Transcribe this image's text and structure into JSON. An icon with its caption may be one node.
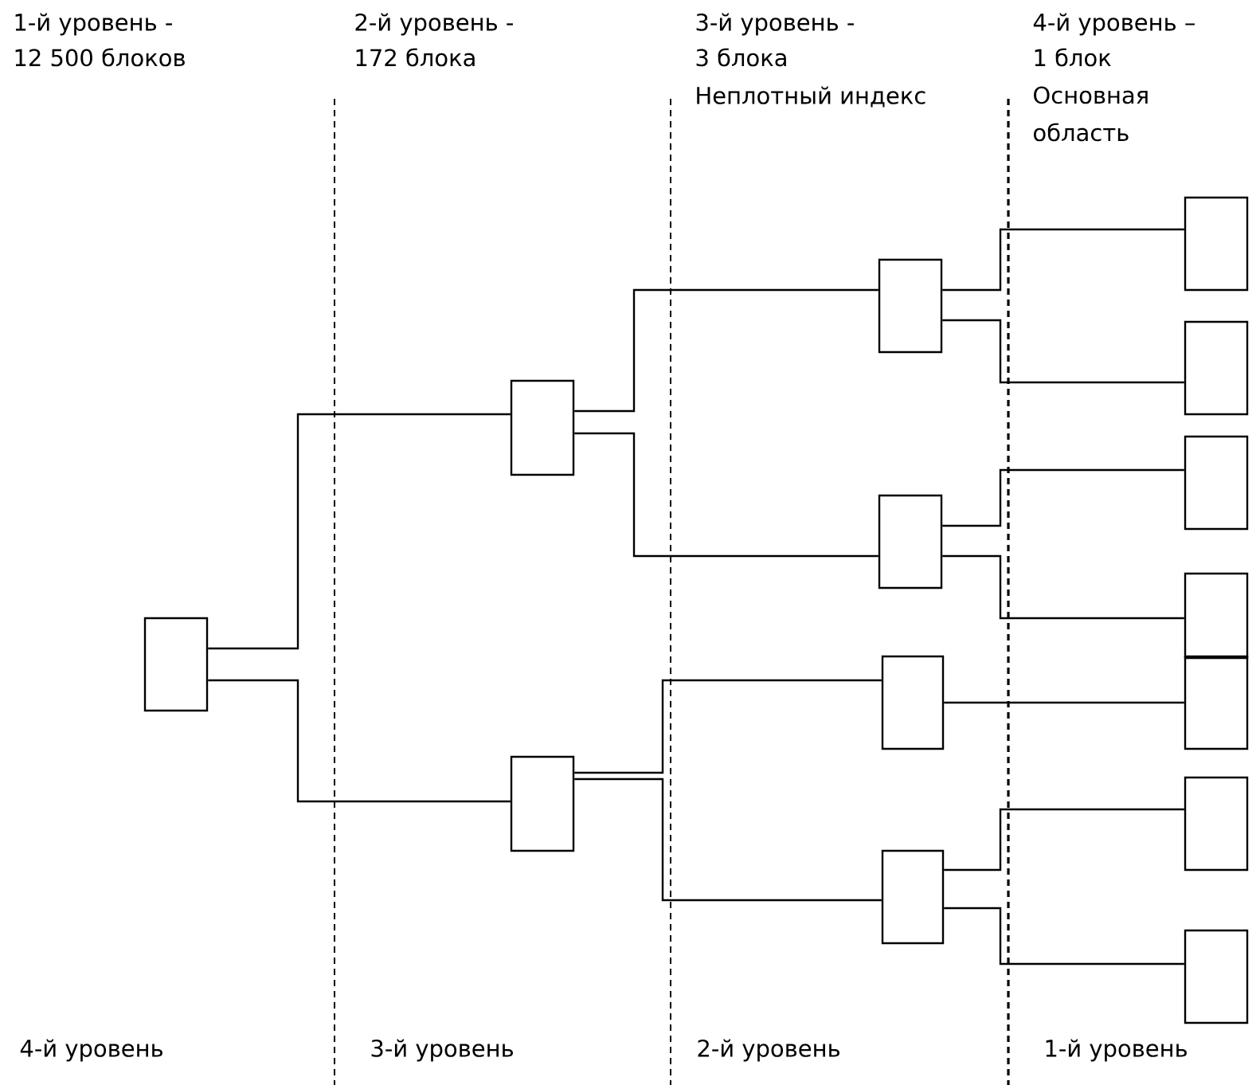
{
  "diagram": {
    "nodes": [
      {
        "text": [],
        "shape": "box"
      },
      {
        "text": [],
        "shape": "box"
      },
      {
        "text": [],
        "shape": "box"
      },
      {
        "text": [],
        "shape": "box"
      },
      {
        "text": [],
        "shape": "box"
      },
      {
        "text": [],
        "shape": "box"
      },
      {
        "text": [],
        "shape": "box"
      },
      {
        "text": [],
        "shape": "box"
      },
      {
        "text": [],
        "shape": "box"
      },
      {
        "text": [],
        "shape": "box"
      },
      {
        "text": [],
        "shape": "box"
      },
      {
        "text": [],
        "shape": "box"
      },
      {
        "text": [],
        "shape": "box"
      },
      {
        "text": [],
        "shape": "box"
      }
    ],
    "edges": [
      {
        "from": 0,
        "to": 1,
        "arrow": "none"
      },
      {
        "from": 0,
        "to": 2,
        "arrow": "none"
      },
      {
        "from": 1,
        "to": 3,
        "arrow": "none"
      },
      {
        "from": 1,
        "to": 4,
        "arrow": "none"
      },
      {
        "from": 2,
        "to": 5,
        "arrow": "none"
      },
      {
        "from": 2,
        "to": 6,
        "arrow": "none"
      },
      {
        "from": 3,
        "to": 7,
        "arrow": "none"
      },
      {
        "from": 3,
        "to": 8,
        "arrow": "none"
      },
      {
        "from": 4,
        "to": 9,
        "arrow": "none"
      },
      {
        "from": 4,
        "to": 10,
        "arrow": "none"
      },
      {
        "from": 5,
        "to": 11,
        "arrow": "none"
      },
      {
        "from": 6,
        "to": 12,
        "arrow": "none"
      },
      {
        "from": 6,
        "to": 13,
        "arrow": "none"
      }
    ],
    "labels": [
      "1-й уровень -",
      "12 500 блоков",
      "2-й уровень -",
      "172 блока",
      "3-й уровень -",
      "3 блока",
      "Неплотный индекс",
      "4-й уровень –",
      "1 блок",
      "Основная",
      "область",
      "4-й уровень",
      "3-й уровень",
      "2-й уровень",
      "1-й уровень"
    ]
  }
}
